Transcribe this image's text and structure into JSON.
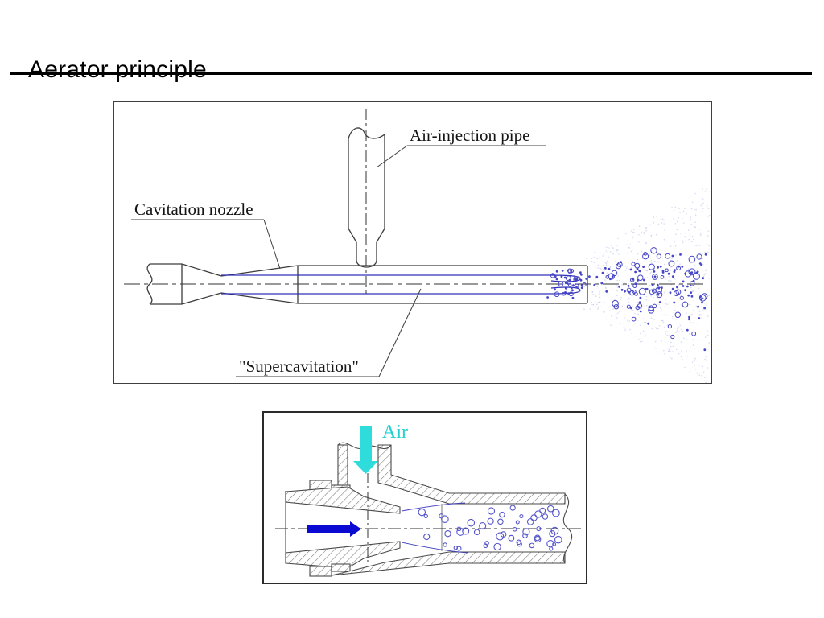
{
  "slide": {
    "title": "Aerator principle"
  },
  "top_diagram": {
    "labels": {
      "air_injection_pipe": "Air-injection pipe",
      "cavitation_nozzle": "Cavitation nozzle",
      "supercavitation": "\"Supercavitation\""
    }
  },
  "bottom_diagram": {
    "labels": {
      "air": "Air"
    }
  },
  "colors": {
    "outline": "#3c3c3c",
    "blue_line": "#3030b8",
    "spray_dot": "#4646c8",
    "mist": "#b9c0e8",
    "bubble": "#5555cc",
    "water_arrow": "#0a0ad2",
    "air_arrow": "#2edcdc",
    "air_label": "#1ed2d2"
  }
}
